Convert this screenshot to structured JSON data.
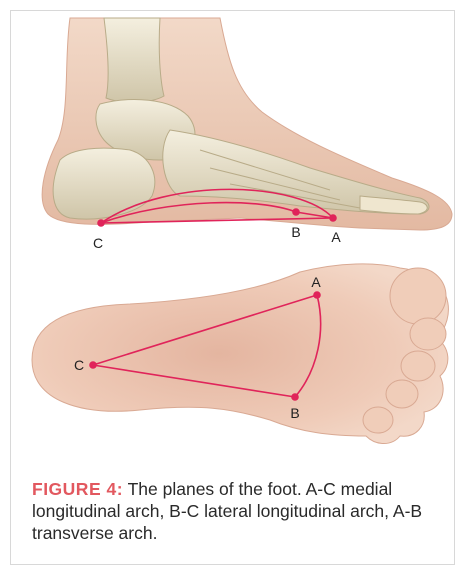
{
  "figure": {
    "accent_color": "#e2585f",
    "arch_line_color": "#e0245a",
    "lateral_view": {
      "points": [
        {
          "id": "C",
          "label": "C"
        },
        {
          "id": "B",
          "label": "B"
        },
        {
          "id": "A",
          "label": "A"
        }
      ]
    },
    "plantar_view": {
      "points": [
        {
          "id": "A",
          "label": "A"
        },
        {
          "id": "C",
          "label": "C"
        },
        {
          "id": "B",
          "label": "B"
        }
      ]
    },
    "caption": {
      "label": "FIGURE 4:",
      "text": " The planes of the foot. A-C medial longitudinal arch, B-C lateral longitudinal arch, A-B transverse arch."
    }
  }
}
